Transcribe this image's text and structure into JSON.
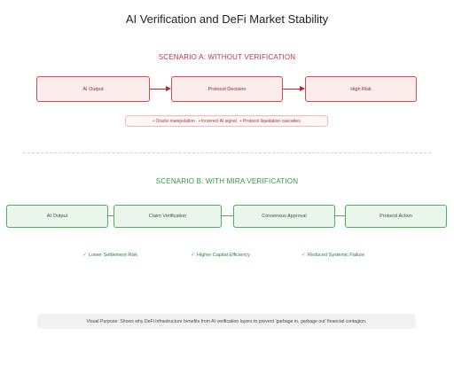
{
  "title": "AI Verification and DeFi Market Stability",
  "scenario_a": {
    "heading": "SCENARIO A: WITHOUT VERIFICATION",
    "nodes": [
      "AI Output",
      "Protocol Decision",
      "High Risk"
    ],
    "risks": [
      "Oracle manipulation",
      "Incorrect AI signal",
      "Protocol liquidation cascades"
    ]
  },
  "scenario_b": {
    "heading": "SCENARIO B: WITH MIRA VERIFICATION",
    "nodes": [
      "AI Output",
      "Claim Verification",
      "Consensus Approval",
      "Protocol Action"
    ],
    "benefits": [
      "Lower Settlement Risk",
      "Higher Capital Efficiency",
      "Reduced Systemic Failure"
    ],
    "check_icon": "✓"
  },
  "note": "Visual Purpose: Shows why DeFi infrastructure benefits from AI verification layers to prevent 'garbage in, garbage out' financial contagion.",
  "colors": {
    "risk": "#d24a4f",
    "safe": "#4caf5f",
    "risk_fill": "#fdecec",
    "safe_fill": "#eaf6ec"
  }
}
